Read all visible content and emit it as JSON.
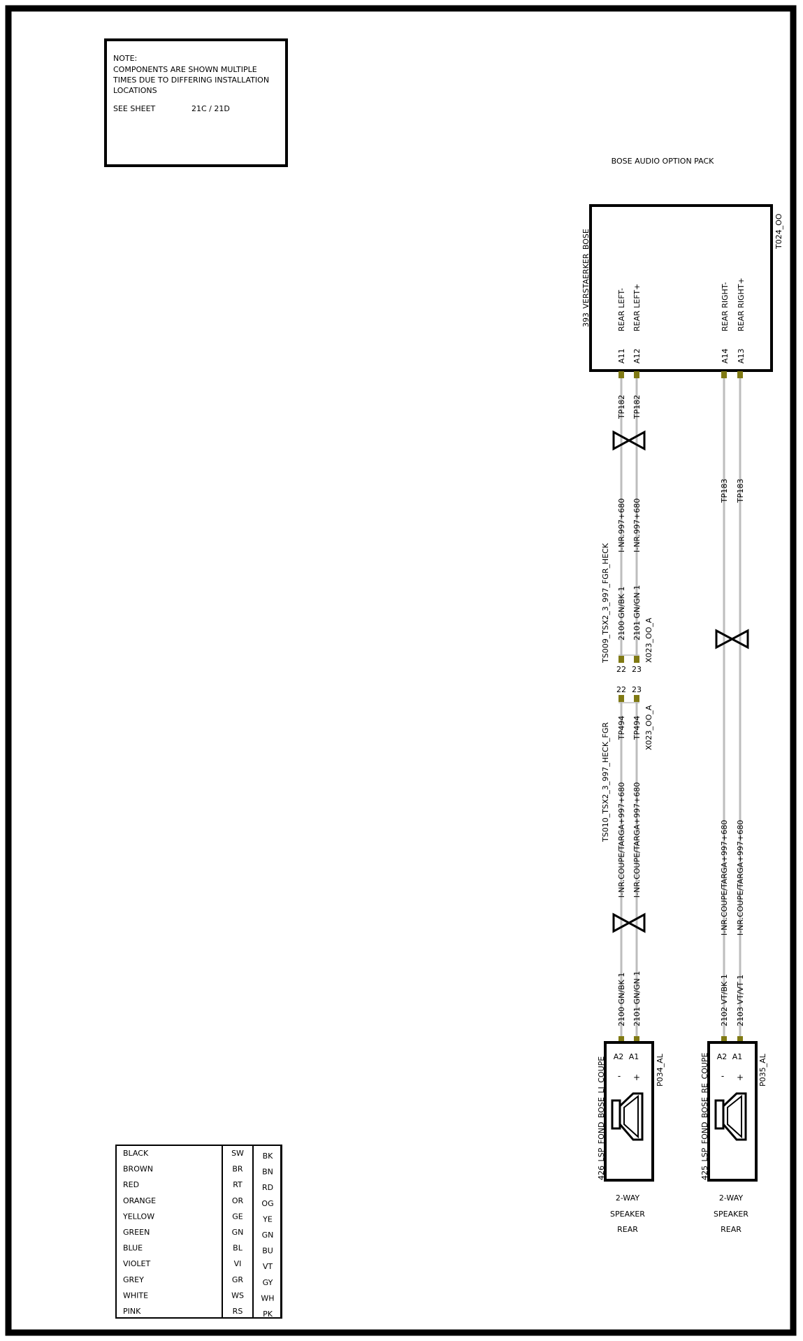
{
  "note": {
    "lines": [
      "NOTE:",
      "COMPONENTS ARE SHOWN  MULTIPLE",
      "TIMES DUE TO DIFFERING INSTALLATION",
      "LOCATIONS"
    ],
    "see_sheet_label": "SEE SHEET",
    "see_sheet_value": "21C / 21D"
  },
  "option_pack": "BOSE AUDIO OPTION PACK",
  "amplifier": {
    "name": "393_VERSTAERKER_BOSE",
    "code": "T024_OO",
    "pins": [
      {
        "id": "A11",
        "label": "REAR LEFT-"
      },
      {
        "id": "A12",
        "label": "REAR LEFT+"
      },
      {
        "id": "A14",
        "label": "REAR RIGHT-"
      },
      {
        "id": "A13",
        "label": "REAR RIGHT+"
      }
    ]
  },
  "left_wires": {
    "tp_upper": [
      "TP182",
      "TP182"
    ],
    "inr_upper": [
      "I-NR.997+680",
      "I-NR.997+680"
    ],
    "harness_upper": "TS009_TSX2_3_997_FGR_HECK",
    "wire_ids": [
      "2100 GN/BK 1",
      "2101 GN/GN 1"
    ],
    "connector": "X023_OO_A",
    "connector_pins": [
      "22",
      "23"
    ],
    "tp_lower": [
      "TP494",
      "TP494"
    ],
    "harness_lower": "TS010_TSX2_3_997_HECK_FGR",
    "inr_lower": [
      "I-NR.COUPE/TARGA+997+680",
      "I-NR.COUPE/TARGA+997+680"
    ],
    "wire_ids_lower": [
      "2100 GN/BK 1",
      "2101 GN/GN 1"
    ]
  },
  "right_wires": {
    "tp": [
      "TP183",
      "TP183"
    ],
    "inr": [
      "I-NR.COUPE/TARGA+997+680",
      "I-NR.COUPE/TARGA+997+680"
    ],
    "wire_ids": [
      "2102 VT/BK 1",
      "2103 VT/VT 1"
    ]
  },
  "speakers": [
    {
      "name": "426_LSP_FOND_BOSE_LI_COUPE",
      "code": "P034_AL",
      "pins": [
        "A2",
        "A1"
      ],
      "polarity": [
        "-",
        "+"
      ],
      "caption": [
        "2-WAY",
        "SPEAKER",
        "REAR"
      ]
    },
    {
      "name": "425_LSP_FOND_BOSE_RE_COUPE",
      "code": "P035_AL",
      "pins": [
        "A2",
        "A1"
      ],
      "polarity": [
        "-",
        "+"
      ],
      "caption": [
        "2-WAY",
        "SPEAKER",
        "REAR"
      ]
    }
  ],
  "color_legend": [
    {
      "name": "BLACK",
      "de": "SW",
      "en": "BK"
    },
    {
      "name": "BROWN",
      "de": "BR",
      "en": "BN"
    },
    {
      "name": "RED",
      "de": "RT",
      "en": "RD"
    },
    {
      "name": "ORANGE",
      "de": "OR",
      "en": "OG"
    },
    {
      "name": "YELLOW",
      "de": "GE",
      "en": "YE"
    },
    {
      "name": "GREEN",
      "de": "GN",
      "en": "GN"
    },
    {
      "name": "BLUE",
      "de": "BL",
      "en": "BU"
    },
    {
      "name": "VIOLET",
      "de": "VI",
      "en": "VT"
    },
    {
      "name": "GREY",
      "de": "GR",
      "en": "GY"
    },
    {
      "name": "WHITE",
      "de": "WS",
      "en": "WH"
    },
    {
      "name": "PINK",
      "de": "RS",
      "en": "PK"
    }
  ]
}
